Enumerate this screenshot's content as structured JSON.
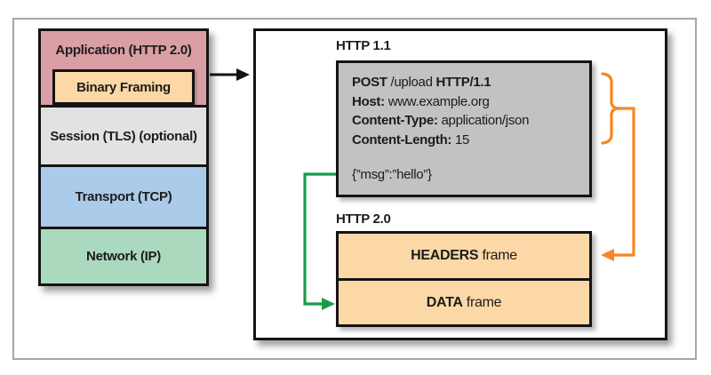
{
  "figure": {
    "description": "HTTP 2.0 binary framing layer diagram",
    "stack": {
      "layers": [
        {
          "name": "application",
          "label": "Application (HTTP 2.0)",
          "color": "#d99fa5"
        },
        {
          "name": "binary-framing",
          "label": "Binary Framing",
          "color": "#fcd8a6"
        },
        {
          "name": "session",
          "label": "Session (TLS) (optional)",
          "color": "#e2e2e2"
        },
        {
          "name": "transport",
          "label": "Transport (TCP)",
          "color": "#aacbe9"
        },
        {
          "name": "network",
          "label": "Network (IP)",
          "color": "#abd9bd"
        }
      ]
    },
    "http11": {
      "title": "HTTP 1.1",
      "request": {
        "lines": [
          [
            {
              "t": "POST",
              "b": true
            },
            {
              "t": " /upload ",
              "b": false
            },
            {
              "t": "HTTP/1.1",
              "b": true
            }
          ],
          [
            {
              "t": "Host:",
              "b": true
            },
            {
              "t": " www.example.org",
              "b": false
            }
          ],
          [
            {
              "t": "Content-Type:",
              "b": true
            },
            {
              "t": " application/json",
              "b": false
            }
          ],
          [
            {
              "t": "Content-Length:",
              "b": true
            },
            {
              "t": " 15",
              "b": false
            }
          ]
        ],
        "body": "{”msg”:”hello”}"
      }
    },
    "http20": {
      "title": "HTTP 2.0",
      "frames": [
        [
          {
            "t": "HEADERS",
            "b": true
          },
          {
            "t": " frame",
            "b": false
          }
        ],
        [
          {
            "t": "DATA",
            "b": true
          },
          {
            "t": " frame",
            "b": false
          }
        ]
      ]
    },
    "connectors": {
      "stack_to_panel_arrow_color": "#141414",
      "headers_arrow_color": "#f6871f",
      "body_arrow_color": "#189c4b"
    },
    "colors": {
      "request_box_bg": "#c2c2c2",
      "frames_box_bg": "#fcd8a6",
      "box_border": "#141414",
      "outer_frame_border": "#a6a6a6"
    }
  }
}
